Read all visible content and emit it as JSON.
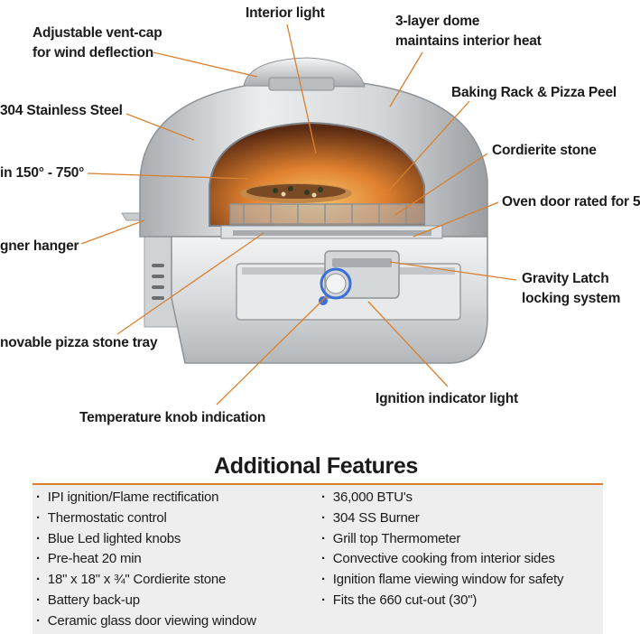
{
  "colors": {
    "leader_line": "#d9802f",
    "steel_light": "#e6e7e8",
    "steel_dark": "#9ea2a6",
    "flame": "#f29a3a",
    "indicator_blue": "#3b6fd8"
  },
  "callouts": {
    "vent_cap": [
      "Adjustable vent-cap",
      "for wind deflection"
    ],
    "interior_light": [
      "Interior light"
    ],
    "dome": [
      "3-layer dome",
      "maintains interior heat"
    ],
    "steel": [
      "304 Stainless Steel"
    ],
    "rack": [
      "Baking Rack & Pizza Peel"
    ],
    "temp_range": [
      "in 150° - 750°"
    ],
    "stone": [
      "Cordierite stone"
    ],
    "door": [
      "Oven door rated for 5"
    ],
    "hanger": [
      "gner hanger"
    ],
    "latch": [
      "Gravity Latch",
      "locking system"
    ],
    "tray": [
      "novable pizza stone tray"
    ],
    "ignition_light": [
      "Ignition indicator light"
    ],
    "knob": [
      "Temperature knob indication"
    ]
  },
  "features": {
    "title": "Additional Features",
    "left": [
      "IPI ignition/Flame rectification",
      "Thermostatic control",
      "Blue Led lighted knobs",
      "Pre-heat 20 min",
      "18\" x 18\" x ¾\" Cordierite stone",
      "Battery back-up",
      "Ceramic glass door viewing window"
    ],
    "right": [
      "36,000 BTU's",
      "304 SS Burner",
      "Grill top Thermometer",
      "Convective cooking from interior sides",
      "Ignition flame viewing window for safety",
      "Fits the 660 cut-out (30\")"
    ]
  }
}
